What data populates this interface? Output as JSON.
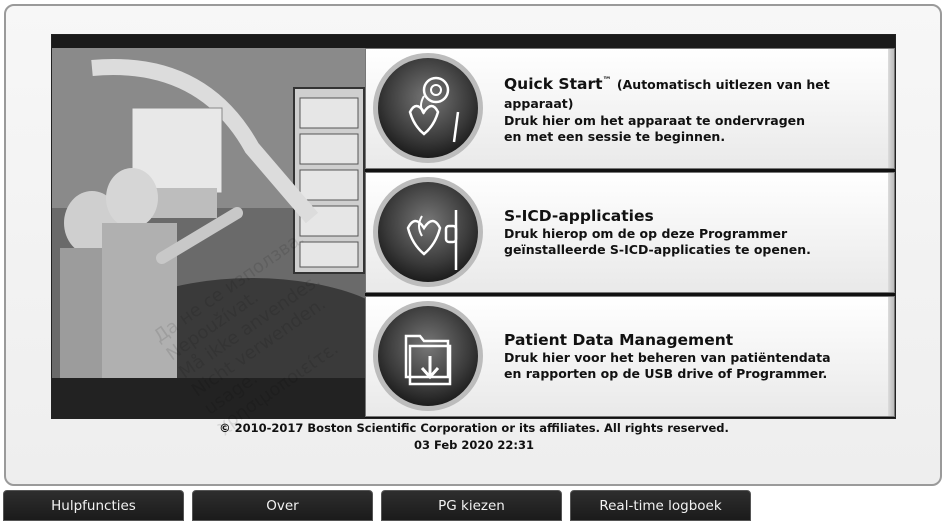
{
  "menu": {
    "panels": [
      {
        "title": "Quick Start",
        "trademark": "™",
        "subtitle": "(Automatisch uitlezen van het apparaat)",
        "description": "Druk hier om het apparaat te ondervragen\nen met een sessie te beginnen.",
        "icon": "heart-device-icon"
      },
      {
        "title": "S-ICD-applicaties",
        "description": "Druk hierop om de op deze Programmer\ngeïnstalleerde S-ICD-applicaties te openen.",
        "icon": "sicd-heart-icon"
      },
      {
        "title": "Patient Data Management",
        "description": "Druk hier voor het beheren van patiëntendata\nen rapporten op de USB drive of Programmer.",
        "icon": "folder-download-icon"
      }
    ]
  },
  "footer": {
    "copyright": "© 2010-2017 Boston Scientific Corporation or its affiliates. All rights reserved.",
    "datetime": "03 Feb 2020 22:31"
  },
  "tabs": [
    "Hulpfuncties",
    "Over",
    "PG kiezen",
    "Real-time logboek"
  ],
  "watermark": "Да не се използва.\nNepoužívat.\nMå ikke anvendes.\nNicht verwenden.\nusage.\nχρησιμοποιείτε."
}
